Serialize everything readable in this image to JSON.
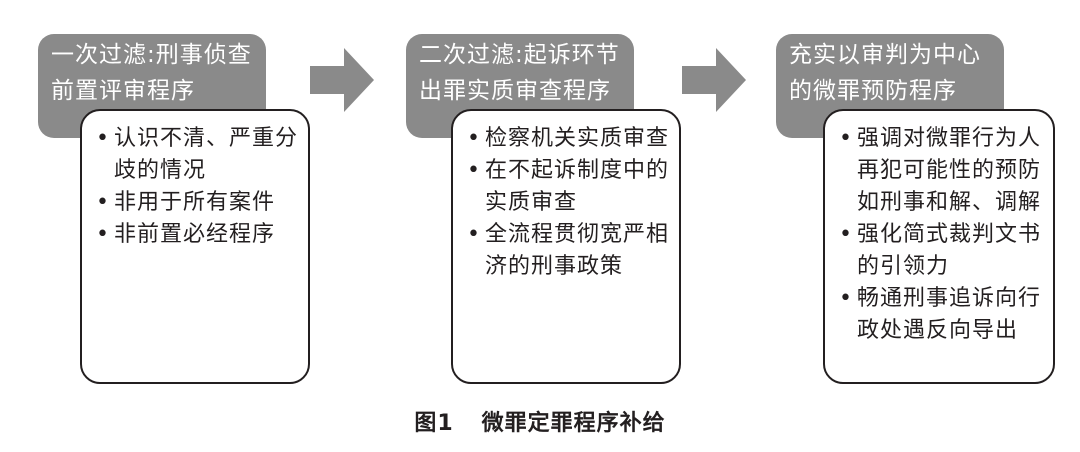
{
  "stages": [
    {
      "header_lines": [
        "一次过滤:刑事侦查",
        "前置评审程序"
      ],
      "items": [
        [
          "认识不清、严重分",
          "歧的情况"
        ],
        [
          "非用于所有案件"
        ],
        [
          "非前置必经程序"
        ]
      ]
    },
    {
      "header_lines": [
        "二次过滤:起诉环节",
        "出罪实质审查程序"
      ],
      "items": [
        [
          "检察机关实质审查"
        ],
        [
          "在不起诉制度中的",
          "实质审查"
        ],
        [
          "全流程贯彻宽严相",
          "济的刑事政策"
        ]
      ]
    },
    {
      "header_lines": [
        "充实以审判为中心",
        "的微罪预防程序"
      ],
      "items": [
        [
          "强调对微罪行为人",
          "再犯可能性的预防",
          "如刑事和解、调解"
        ],
        [
          "强化简式裁判文书",
          "的引领力"
        ],
        [
          "畅通刑事追诉向行",
          "政处遇反向导出"
        ]
      ]
    }
  ],
  "bullet_symbol": "•",
  "caption": {
    "figure_number": "图1",
    "title": "微罪定罪程序补给"
  },
  "colors": {
    "header_fill": "#8a8a8a",
    "arrow_fill": "#8a8a8a",
    "border": "#231f20",
    "text": "#231f20"
  }
}
